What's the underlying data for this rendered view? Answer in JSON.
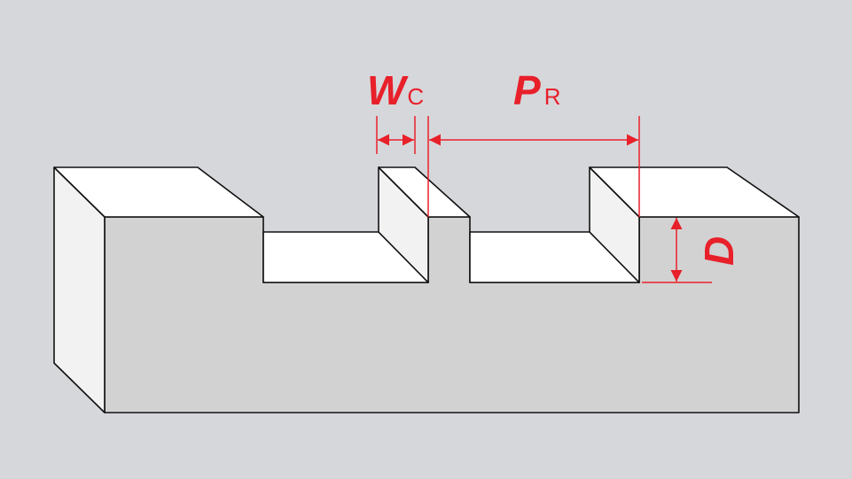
{
  "labels": {
    "channel_width": {
      "main": "W",
      "sub": "C"
    },
    "rib_pitch": {
      "main": "P",
      "sub": "R"
    },
    "depth": "D"
  },
  "colors": {
    "background": "#d6d7db",
    "annotation": "#e8202a",
    "front_face": "#d2d2d2",
    "side_face": "#f2f2f2",
    "top_face": "#ffffff"
  }
}
